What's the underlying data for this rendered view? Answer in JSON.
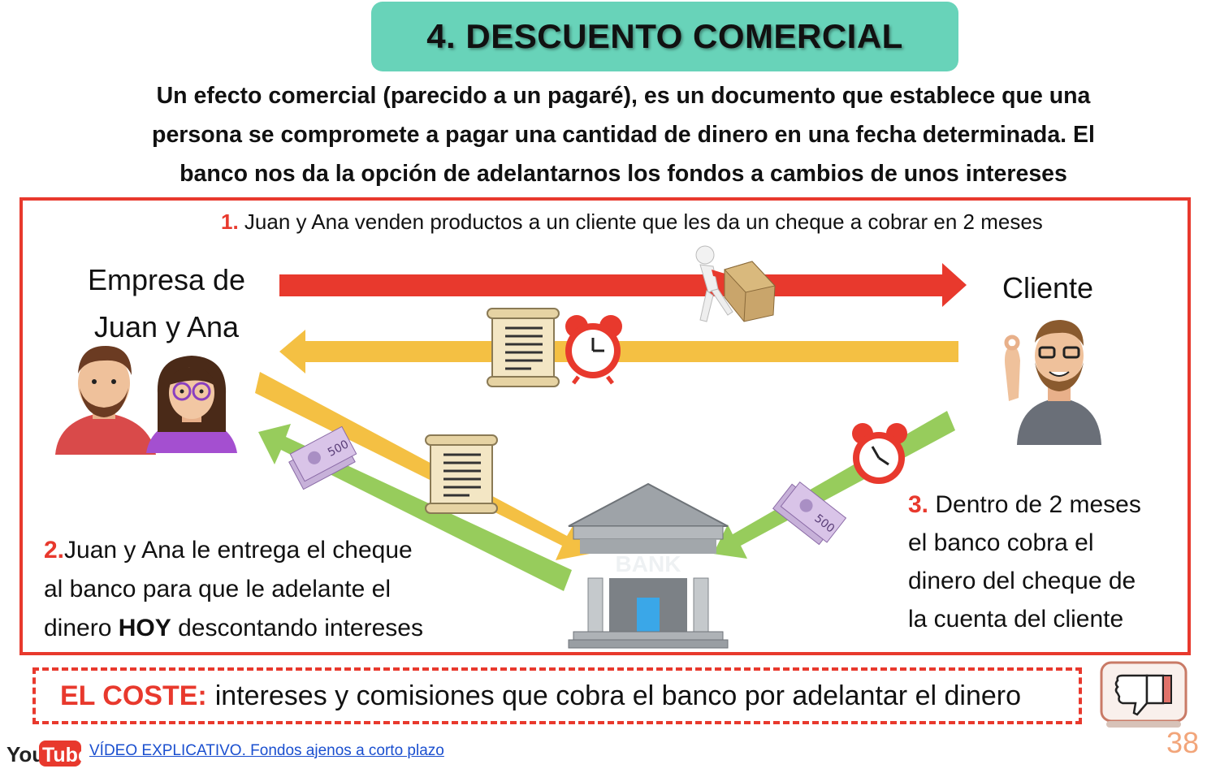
{
  "title": "4. DESCUENTO COMERCIAL",
  "intro": {
    "line1": "Un efecto comercial (parecido a un pagaré), es un documento que establece que una",
    "line2": "persona se compromete a pagar una cantidad de dinero en una fecha determinada. El",
    "line3": "banco nos da la opción de adelantarnos los fondos a cambios de unos intereses"
  },
  "step1": {
    "number": "1.",
    "text": " Juan y Ana venden productos a un cliente que les da un cheque a cobrar en 2 meses"
  },
  "company": {
    "line1": "Empresa de",
    "line2": "Juan y Ana"
  },
  "client": {
    "label": "Cliente"
  },
  "step2": {
    "number": "2.",
    "text_a": "Juan y Ana le entrega el cheque",
    "text_b": "al banco para que le adelante el",
    "text_c": "dinero ",
    "bold": "HOY",
    "text_d": " descontando intereses"
  },
  "step3": {
    "number": "3.",
    "text_a": " Dentro de 2 meses",
    "text_b": "el banco cobra el",
    "text_c": "dinero del cheque de",
    "text_d": "la cuenta del cliente"
  },
  "bank": {
    "sign": "BANK"
  },
  "banknote": {
    "value": "500"
  },
  "cost": {
    "label": "EL COSTE:",
    "text": "intereses y comisiones que cobra el banco por adelantar el dinero"
  },
  "footer": {
    "youtube_you": "You",
    "youtube_tube": "Tube",
    "video_link": "VÍDEO EXPLICATIVO. Fondos ajenos a corto plazo",
    "page_number": "38"
  },
  "colors": {
    "title_bg": "#68d3b9",
    "accent_red": "#e8392d",
    "arrow_yellow": "#f4c043",
    "arrow_green": "#97cc5c"
  },
  "icons": [
    "person-pushing-box-icon",
    "document-scroll-icon",
    "alarm-clock-icon",
    "banknotes-icon",
    "bank-building-icon",
    "thumbs-down-icon",
    "youtube-logo-icon"
  ]
}
